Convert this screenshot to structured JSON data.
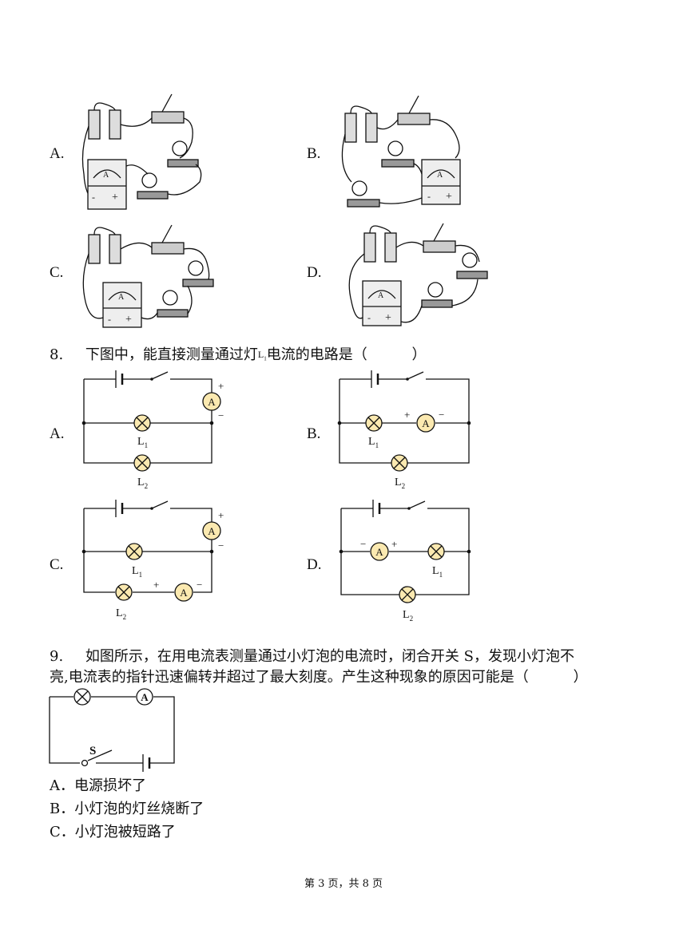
{
  "q7": {
    "options": [
      "A.",
      "B.",
      "C.",
      "D."
    ]
  },
  "q8": {
    "number": "8.",
    "stem_part1": "下图中，能直接测量通过灯",
    "lamp_symbol": "L",
    "lamp_sub": "1",
    "stem_part2": "电流的电路是（",
    "stem_close": "）",
    "options": [
      "A.",
      "B.",
      "C.",
      "D."
    ],
    "labels": {
      "l1": "L",
      "l2": "L",
      "sub1": "1",
      "sub2": "2",
      "meter": "A",
      "plus": "+",
      "minus": "−"
    }
  },
  "q9": {
    "number": "9.",
    "stem_line1": "如图所示，在用电流表测量通过小灯泡的电流时，闭合开关 S，发现小灯泡不",
    "stem_line2": "亮,电流表的指针迅速偏转并超过了最大刻度。产生这种现象的原因可能是（",
    "stem_close": "）",
    "switch_label": "S",
    "meter": "A",
    "options": [
      "A．电源损坏了",
      "B．小灯泡的灯丝烧断了",
      "C．小灯泡被短路了"
    ]
  },
  "footer": {
    "text": "第 3 页，共 8 页"
  },
  "colors": {
    "ink": "#111111",
    "lamp_fill": "#fbe9b0",
    "meter_fill": "#fbe9b0"
  }
}
